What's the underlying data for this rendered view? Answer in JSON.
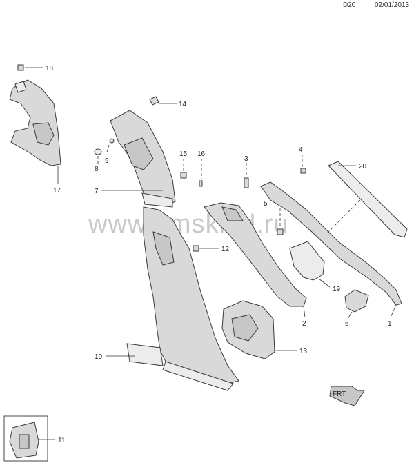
{
  "header": {
    "code": "D20",
    "date": "02/01/2013"
  },
  "watermark": "www.gmsklad.ru",
  "callouts": {
    "c1": "1",
    "c2": "2",
    "c3": "3",
    "c4": "4",
    "c5": "5",
    "c6": "6",
    "c7": "7",
    "c8": "8",
    "c9": "9",
    "c10": "10",
    "c11": "11",
    "c12": "12",
    "c13": "13",
    "c14": "14",
    "c15": "15",
    "c16": "16",
    "c17": "17",
    "c18": "18",
    "c19": "19",
    "c20": "20"
  },
  "front_badge": "FRT"
}
